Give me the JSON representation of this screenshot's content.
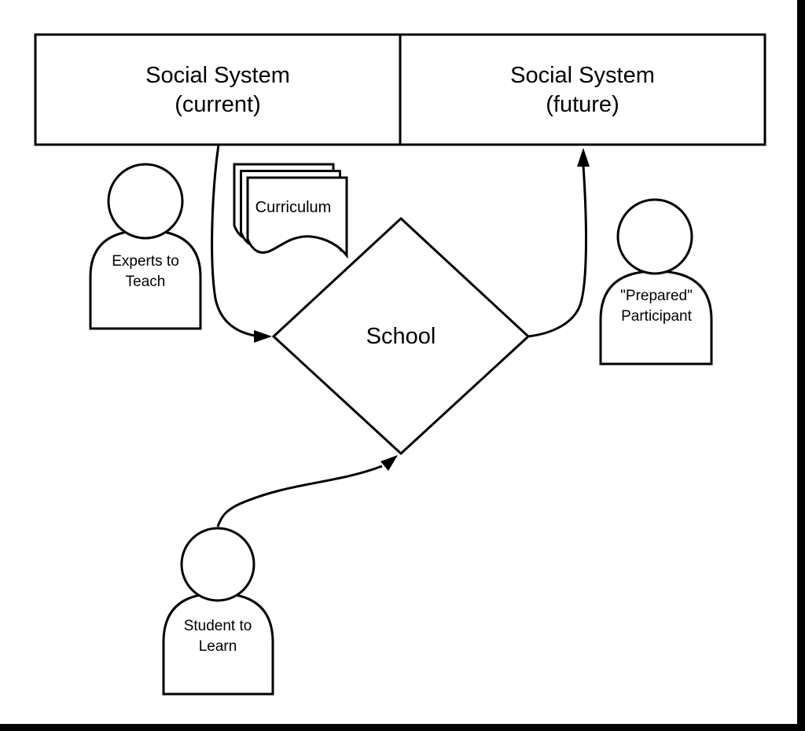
{
  "colors": {
    "background": "#ffffff",
    "line": "#000000",
    "text": "#000000",
    "frame_bar": "#000000"
  },
  "nodes": {
    "social_system_current": {
      "line1": "Social System",
      "line2": "(current)"
    },
    "social_system_future": {
      "line1": "Social System",
      "line2": "(future)"
    },
    "school": {
      "label": "School"
    },
    "curriculum": {
      "label": "Curriculum"
    },
    "experts_to_teach": {
      "line1": "Experts to",
      "line2": "Teach"
    },
    "student_to_learn": {
      "line1": "Student to",
      "line2": "Learn"
    },
    "prepared_participant": {
      "line1": "\"Prepared\"",
      "line2": "Participant"
    }
  },
  "edges": [
    {
      "from": "social_system_current",
      "to": "school"
    },
    {
      "from": "school",
      "to": "social_system_future"
    },
    {
      "from": "student_to_learn",
      "to": "school"
    }
  ]
}
